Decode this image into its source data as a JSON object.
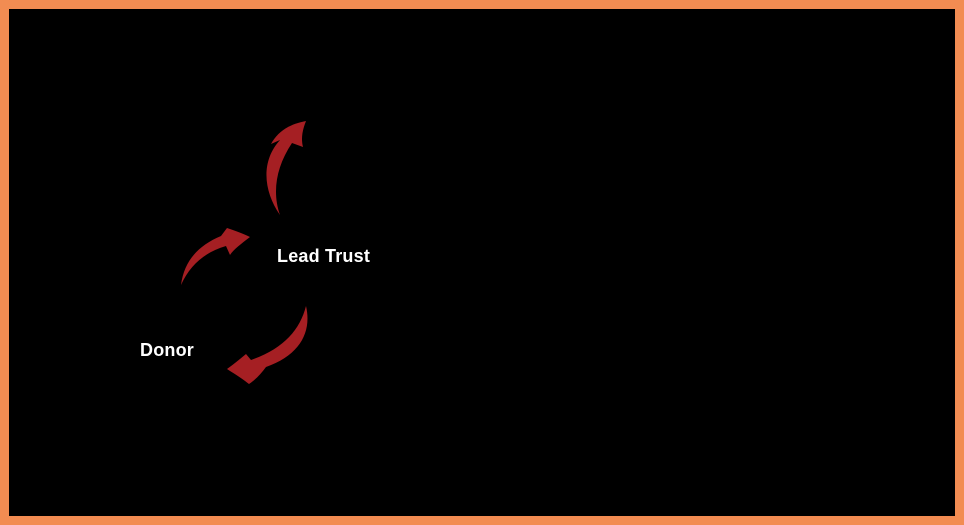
{
  "diagram": {
    "title": "",
    "background_color": "#000000",
    "border_color": "#F28C52",
    "arrow_color": "#A51F23",
    "label_color": "#FFFFFF",
    "nodes": [
      {
        "id": "lead_trust",
        "label": "Lead Trust"
      },
      {
        "id": "donor",
        "label": "Donor"
      }
    ],
    "arrows": [
      {
        "name": "donor-to-lead-trust-arrow",
        "from": "Donor",
        "to": "Lead Trust",
        "direction": "curves up-right from Donor to Lead Trust"
      },
      {
        "name": "lead-trust-upward-arrow",
        "from": "Lead Trust",
        "to": "",
        "direction": "curves upward away from Lead Trust"
      },
      {
        "name": "lead-trust-to-donor-arrow",
        "from": "Lead Trust",
        "to": "Donor",
        "direction": "curves down-left from Lead Trust back toward Donor"
      }
    ]
  }
}
